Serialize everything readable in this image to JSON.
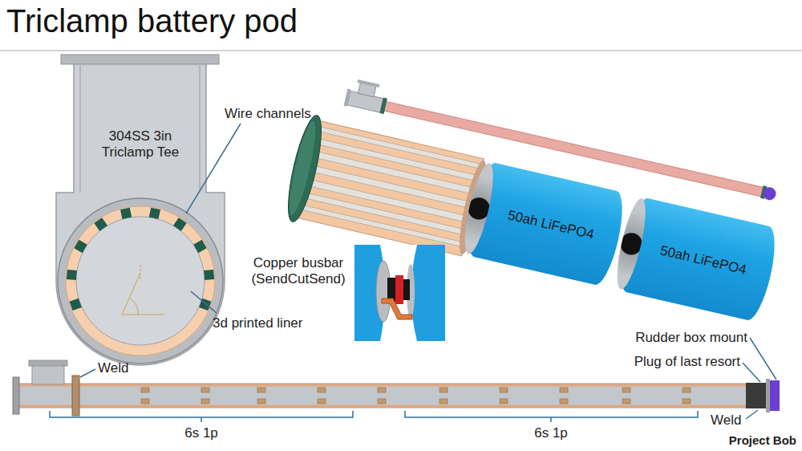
{
  "diagram": {
    "title": "Triclamp battery pod",
    "nodes": [
      {
        "text": [
          "50ah LiFePO4"
        ]
      },
      {
        "text": [
          "50ah LiFePO4"
        ]
      }
    ],
    "labels": [
      "304SS 3in Triclamp Tee",
      "Wire channels",
      "3d printed liner",
      "Copper busbar (SendCutSend)",
      "Weld",
      "Rudder box mount",
      "Plug of last resort",
      "Weld",
      "6s 1p",
      "6s 1p",
      "Project Bob"
    ]
  }
}
